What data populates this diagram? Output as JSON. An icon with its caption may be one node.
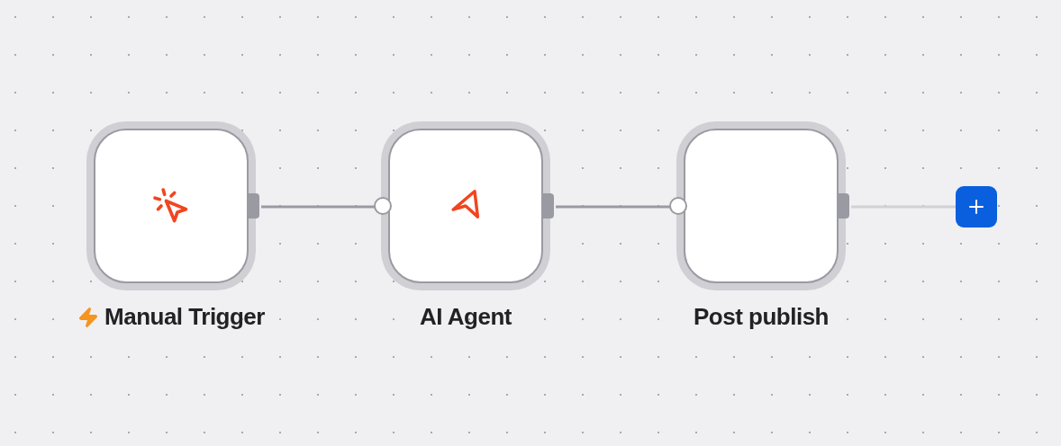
{
  "diagram": {
    "nodes": [
      {
        "text": [
          "Manual Trigger"
        ]
      },
      {
        "text": [
          "AI Agent"
        ]
      },
      {
        "text": [
          "Post publish"
        ]
      },
      {
        "text": [],
        "shape": "box"
      }
    ],
    "edges": [
      {
        "from": 0,
        "to": 1,
        "arrow": "none"
      },
      {
        "from": 1,
        "to": 2,
        "arrow": "none"
      },
      {
        "from": 2,
        "to": 3,
        "arrow": "none",
        "color": "#d1d1d6"
      }
    ]
  }
}
